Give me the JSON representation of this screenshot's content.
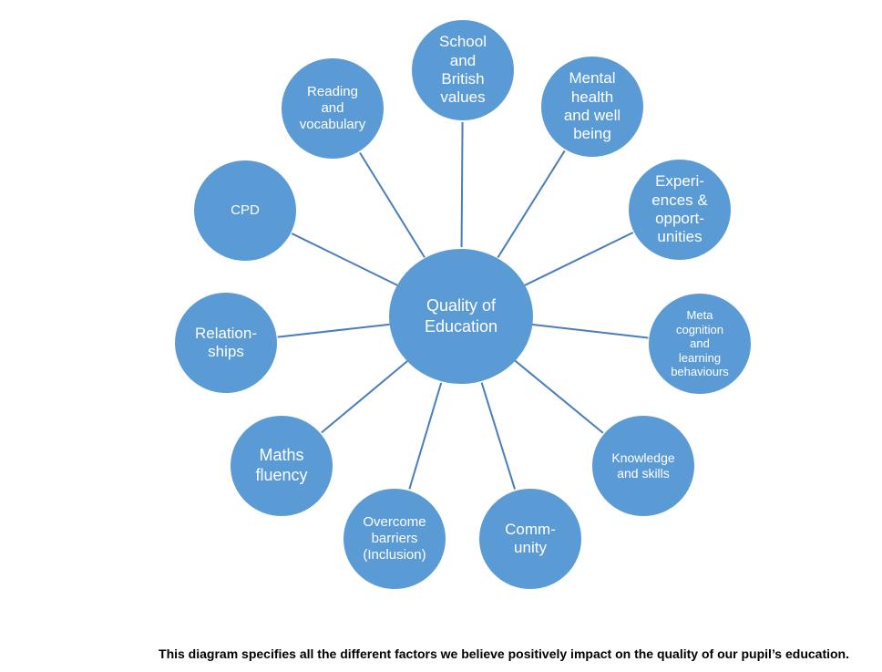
{
  "diagram": {
    "center": "Quality of\nEducation",
    "nodes": [
      "School\nand\nBritish\nvalues",
      "Mental\nhealth\nand well\nbeing",
      "Experi-\nences &\nopport-\nunities",
      "Meta\ncognition\nand\nlearning\nbehaviours",
      "Knowledge\nand skills",
      "Comm-\nunity",
      "Overcome\nbarriers\n(Inclusion)",
      "Maths\nfluency",
      "Relation-\nships",
      "CPD",
      "Reading\nand\nvocabulary"
    ]
  },
  "caption": "This diagram specifies all the different factors we believe positively impact on the quality of our pupil’s education.",
  "colors": {
    "node_fill": "#5b9bd5",
    "connector": "#4a7ebb",
    "text": "#ffffff"
  }
}
